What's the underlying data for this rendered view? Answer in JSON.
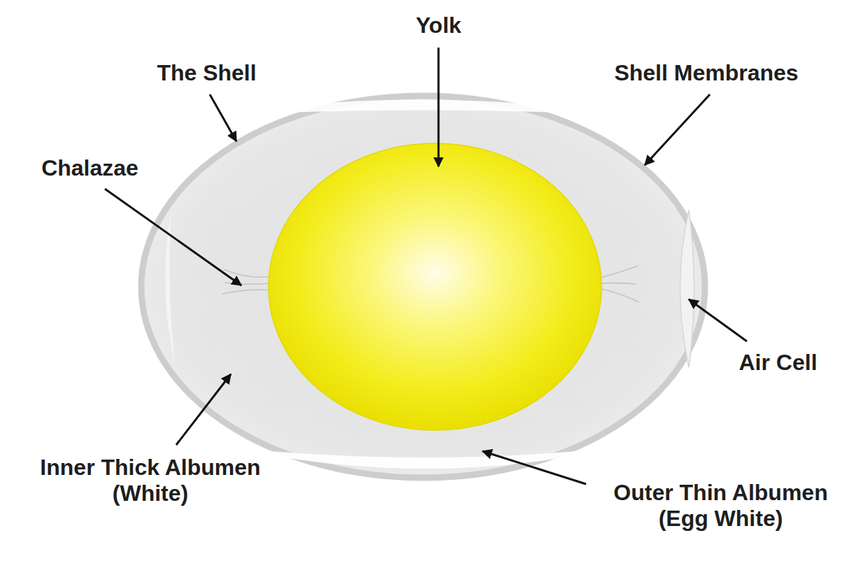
{
  "diagram": {
    "labels": [
      "Yolk",
      "The Shell",
      "Shell Membranes",
      "Chalazae",
      "Air Cell",
      "Inner Thick Albumen (White)",
      "Outer Thin Albumen (Egg White)"
    ]
  }
}
